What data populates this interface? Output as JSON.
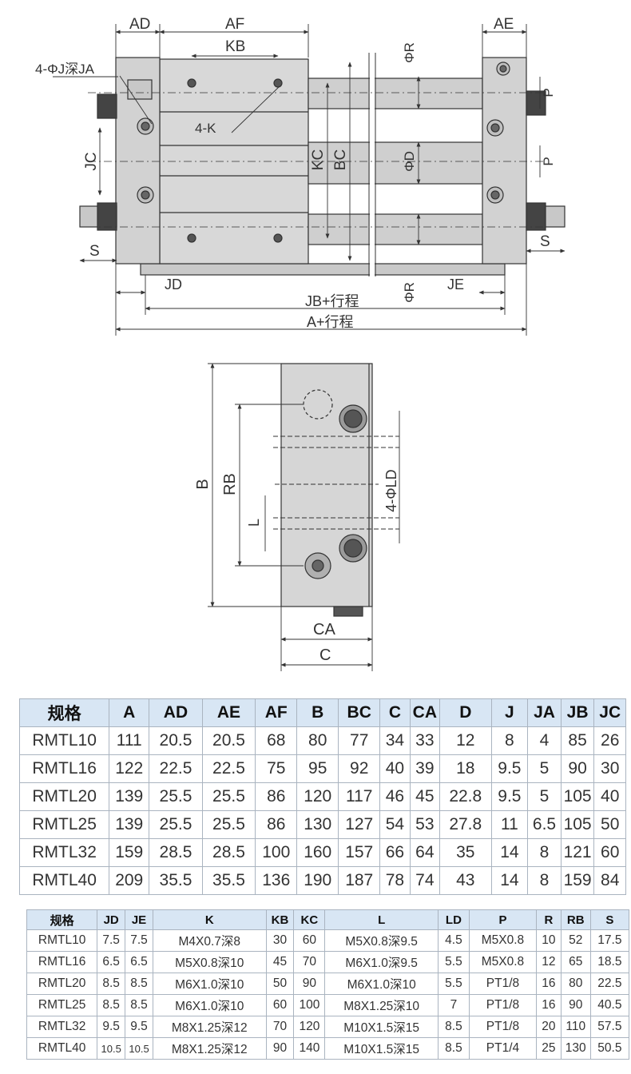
{
  "top_drawing": {
    "dims_top": [
      "AD",
      "AF",
      "KB",
      "AE"
    ],
    "callouts": [
      "4-ΦJ深JA",
      "4-K"
    ],
    "dims_side": [
      "JC",
      "KC",
      "BC",
      "ΦR",
      "ΦD",
      "P",
      "P",
      "S",
      "S"
    ],
    "dims_bottom": [
      "JD",
      "ΦR",
      "JE",
      "JB+行程",
      "A+行程"
    ]
  },
  "side_drawing": {
    "dims": [
      "B",
      "RB",
      "L",
      "4-ΦLD",
      "CA",
      "C"
    ]
  },
  "colors": {
    "header_bg": "#d8e6f4",
    "grid": "#aab4c0",
    "drawing_line": "#333333",
    "body_fill": "#d6d6d6"
  },
  "table1": {
    "headers": [
      "规格",
      "A",
      "AD",
      "AE",
      "AF",
      "B",
      "BC",
      "C",
      "CA",
      "D",
      "J",
      "JA",
      "JB",
      "JC"
    ],
    "rows": [
      [
        "RMTL10",
        "111",
        "20.5",
        "20.5",
        "68",
        "80",
        "77",
        "34",
        "33",
        "12",
        "8",
        "4",
        "85",
        "26"
      ],
      [
        "RMTL16",
        "122",
        "22.5",
        "22.5",
        "75",
        "95",
        "92",
        "40",
        "39",
        "18",
        "9.5",
        "5",
        "90",
        "30"
      ],
      [
        "RMTL20",
        "139",
        "25.5",
        "25.5",
        "86",
        "120",
        "117",
        "46",
        "45",
        "22.8",
        "9.5",
        "5",
        "105",
        "40"
      ],
      [
        "RMTL25",
        "139",
        "25.5",
        "25.5",
        "86",
        "130",
        "127",
        "54",
        "53",
        "27.8",
        "11",
        "6.5",
        "105",
        "50"
      ],
      [
        "RMTL32",
        "159",
        "28.5",
        "28.5",
        "100",
        "160",
        "157",
        "66",
        "64",
        "35",
        "14",
        "8",
        "121",
        "60"
      ],
      [
        "RMTL40",
        "209",
        "35.5",
        "35.5",
        "136",
        "190",
        "187",
        "78",
        "74",
        "43",
        "14",
        "8",
        "159",
        "84"
      ]
    ]
  },
  "table2": {
    "headers": [
      "规格",
      "JD",
      "JE",
      "K",
      "KB",
      "KC",
      "L",
      "LD",
      "P",
      "R",
      "RB",
      "S"
    ],
    "rows": [
      [
        "RMTL10",
        "7.5",
        "7.5",
        "M4X0.7深8",
        "30",
        "60",
        "M5X0.8深9.5",
        "4.5",
        "M5X0.8",
        "10",
        "52",
        "17.5"
      ],
      [
        "RMTL16",
        "6.5",
        "6.5",
        "M5X0.8深10",
        "45",
        "70",
        "M6X1.0深9.5",
        "5.5",
        "M5X0.8",
        "12",
        "65",
        "18.5"
      ],
      [
        "RMTL20",
        "8.5",
        "8.5",
        "M6X1.0深10",
        "50",
        "90",
        "M6X1.0深10",
        "5.5",
        "PT1/8",
        "16",
        "80",
        "22.5"
      ],
      [
        "RMTL25",
        "8.5",
        "8.5",
        "M6X1.0深10",
        "60",
        "100",
        "M8X1.25深10",
        "7",
        "PT1/8",
        "16",
        "90",
        "40.5"
      ],
      [
        "RMTL32",
        "9.5",
        "9.5",
        "M8X1.25深12",
        "70",
        "120",
        "M10X1.5深15",
        "8.5",
        "PT1/8",
        "20",
        "110",
        "57.5"
      ],
      [
        "RMTL40",
        "10.5",
        "10.5",
        "M8X1.25深12",
        "90",
        "140",
        "M10X1.5深15",
        "8.5",
        "PT1/4",
        "25",
        "130",
        "50.5"
      ]
    ]
  }
}
